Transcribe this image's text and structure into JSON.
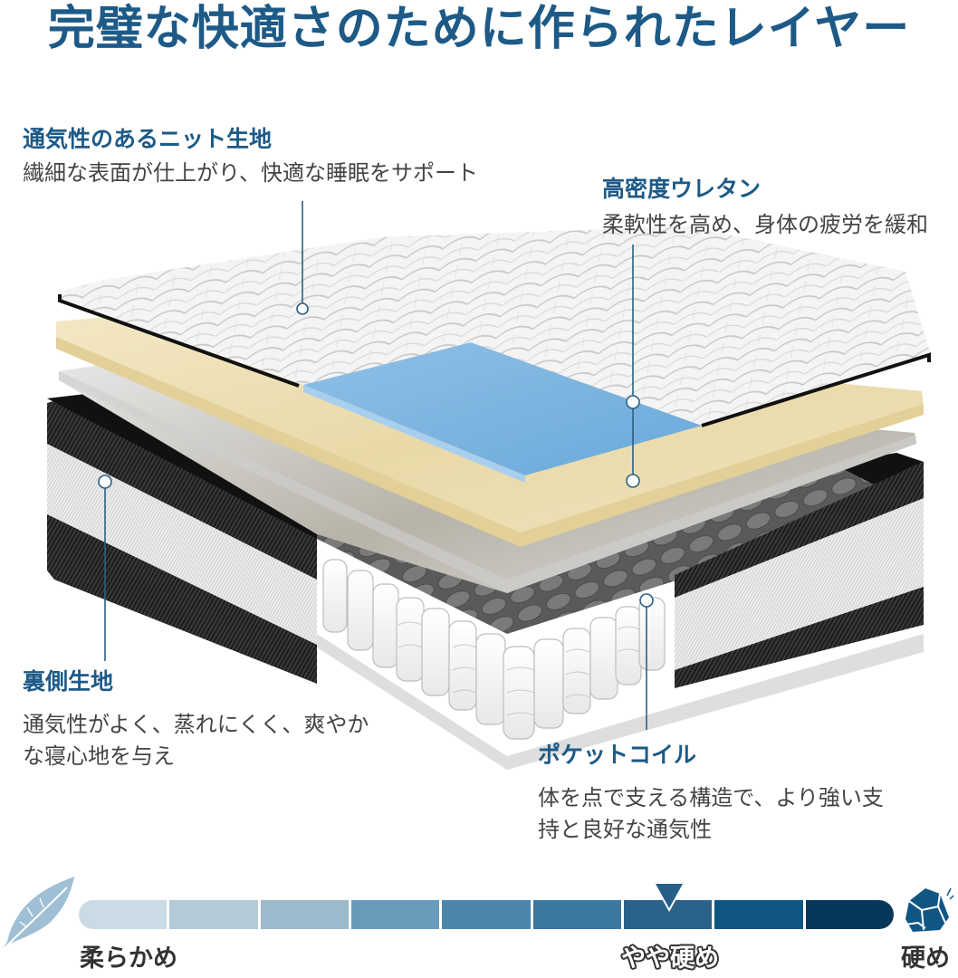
{
  "header": {
    "title": "完璧な快適さのために作られたレイヤー"
  },
  "callouts": [
    {
      "id": "knit-fabric",
      "title": "通気性のあるニット生地",
      "description": [
        "繊細な表面が仕上がり、快適な睡眠をサポート"
      ]
    },
    {
      "id": "high-density-urethane",
      "title": "高密度ウレタン",
      "description": [
        "柔軟性を高め、身体の疲労を緩和"
      ]
    },
    {
      "id": "back-fabric",
      "title": "裏側生地",
      "description": [
        "通気性がよく、蒸れにくく、爽やか",
        "な寝心地を与え"
      ]
    },
    {
      "id": "pocket-coil",
      "title": "ポケットコイル",
      "description": [
        "体を点で支える構造で、より強い支",
        "持と良好な通気性"
      ]
    }
  ],
  "firmness_scale": {
    "segments": [
      "#cbdbe5",
      "#b5cad8",
      "#9dbacd",
      "#6a9ab9",
      "#4c86ab",
      "#3b779f",
      "#2b6289",
      "#0f5683",
      "#07385a"
    ],
    "selected_index": 6,
    "marker_color": "#265f87",
    "labels": {
      "soft": "柔らかめ",
      "medium_firm": "やや硬め",
      "firm": "硬め"
    },
    "icons": {
      "soft": "feather-icon",
      "firm": "rock-icon"
    }
  },
  "colors": {
    "accent": "#1d5a87",
    "body_text": "#444444"
  }
}
